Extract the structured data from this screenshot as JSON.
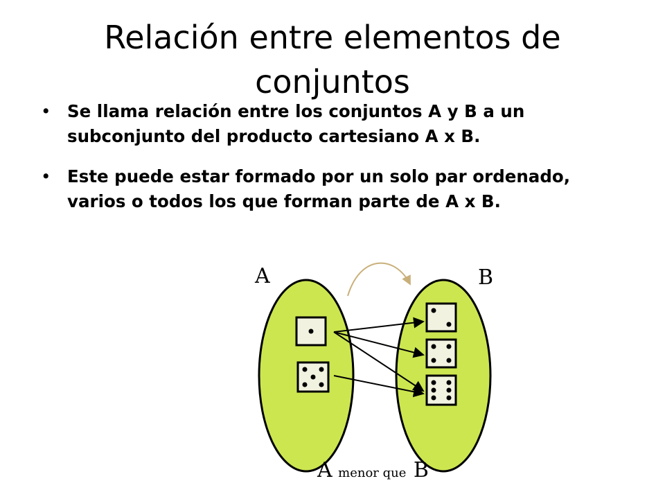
{
  "slide": {
    "title": "Relación entre elementos de conjuntos",
    "bullets": [
      "Se llama relación entre los conjuntos A y B a un subconjunto del producto cartesiano A x B.",
      "Este puede estar formado por un solo par ordenado, varios o todos los que forman parte de A x B."
    ],
    "bullet_marker": "•"
  },
  "diagram": {
    "set_a_label": "A",
    "set_b_label": "B",
    "caption_a": "A",
    "caption_middle": "menor que",
    "caption_b": "B",
    "set_a_elements": [
      1,
      5
    ],
    "set_b_elements": [
      2,
      4,
      6
    ],
    "relation_pairs": [
      [
        1,
        2
      ],
      [
        1,
        4
      ],
      [
        1,
        6
      ],
      [
        5,
        6
      ]
    ],
    "colors": {
      "set_fill": "#cce650",
      "die_fill": "#f2f2e0",
      "outline": "#000000",
      "arc": "#c9b07a"
    }
  }
}
